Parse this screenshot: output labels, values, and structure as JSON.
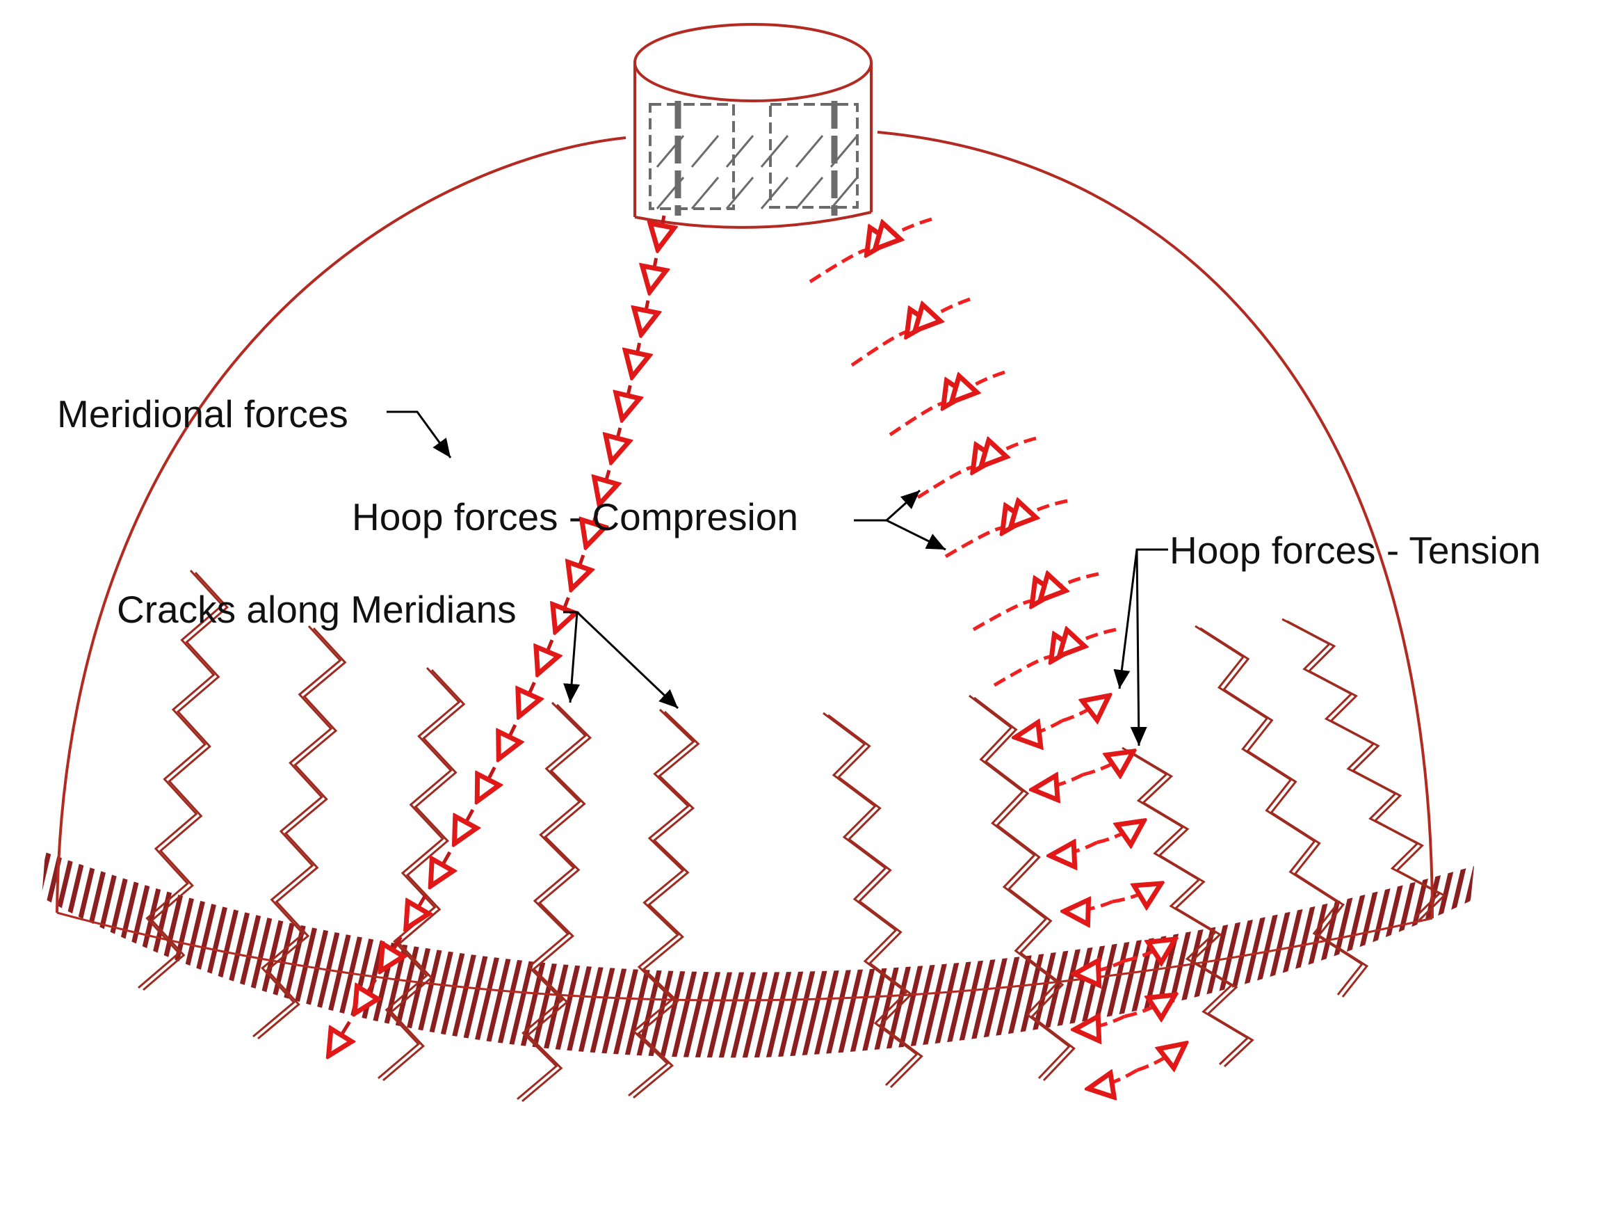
{
  "labels": {
    "meridional": "Meridional forces",
    "hoop_compression": "Hoop forces - Compresion",
    "hoop_tension": "Hoop forces - Tension",
    "cracks": "Cracks along Meridians"
  },
  "colors": {
    "dome_outline": "#b32a22",
    "crack": "#9e2a20",
    "meridional_arrow": "#c01818",
    "hoop_arrow": "#f02020",
    "hatch": "#8b1e1e",
    "lantern_bars": "#6b6b6b",
    "leader": "#000000"
  }
}
